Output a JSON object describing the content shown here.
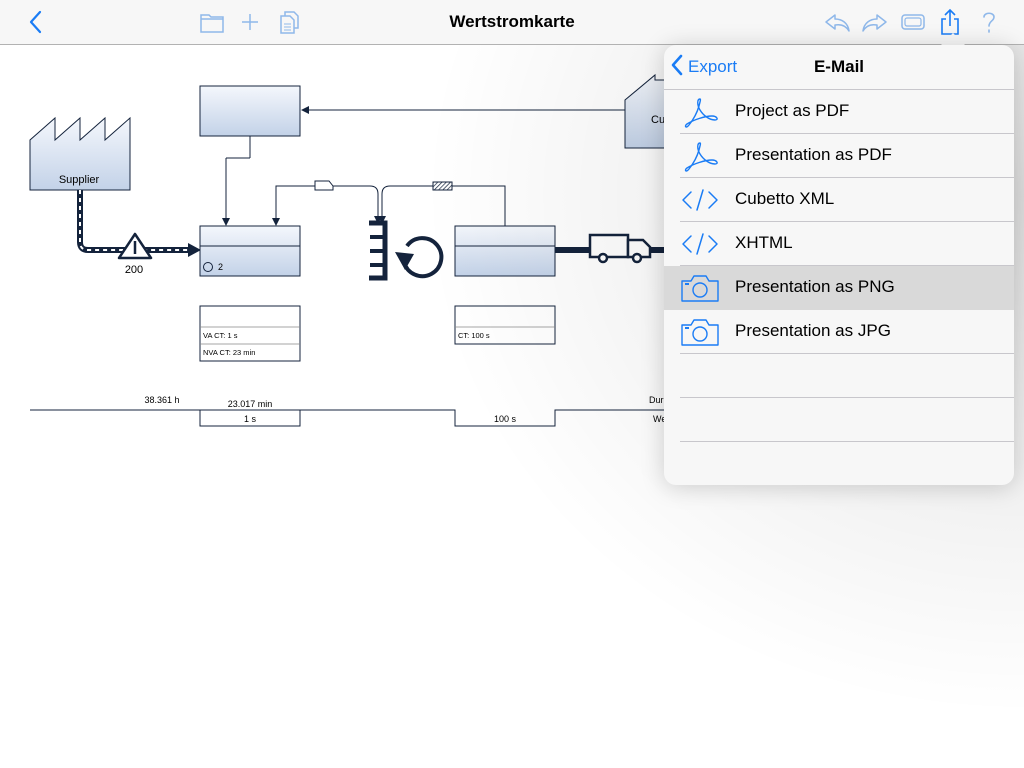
{
  "app": {
    "title": "Wertstromkarte",
    "accent_color": "#1a7cf5",
    "toolbar_icons": [
      "back-chevron-icon",
      "folder-icon",
      "plus-icon",
      "documents-icon",
      "undo-icon",
      "redo-icon",
      "frame-icon",
      "share-icon",
      "help-icon"
    ]
  },
  "diagram": {
    "supplier_label": "Supplier",
    "customer_label_partial": "Cu",
    "inventory_quantity": "200",
    "process1_operators": "2",
    "process1_va_ct": "VA CT: 1 s",
    "process1_nva_ct": "NVA CT: 23 min",
    "process2_ct": "CT: 100 s",
    "timeline": {
      "lead_time_1": "38.361 h",
      "wait_1": "23.017 min",
      "va_1": "1 s",
      "va_2": "100 s",
      "right_top_partial": "Dur",
      "right_bottom_partial": "We"
    }
  },
  "export_popover": {
    "back_label": "Export",
    "title": "E-Mail",
    "items": [
      {
        "label": "Project as PDF",
        "icon": "pdf-icon",
        "selected": false
      },
      {
        "label": "Presentation as PDF",
        "icon": "pdf-icon",
        "selected": false
      },
      {
        "label": "Cubetto XML",
        "icon": "code-icon",
        "selected": false
      },
      {
        "label": "XHTML",
        "icon": "code-icon",
        "selected": false
      },
      {
        "label": "Presentation as PNG",
        "icon": "camera-icon",
        "selected": true
      },
      {
        "label": "Presentation as JPG",
        "icon": "camera-icon",
        "selected": false
      }
    ]
  }
}
